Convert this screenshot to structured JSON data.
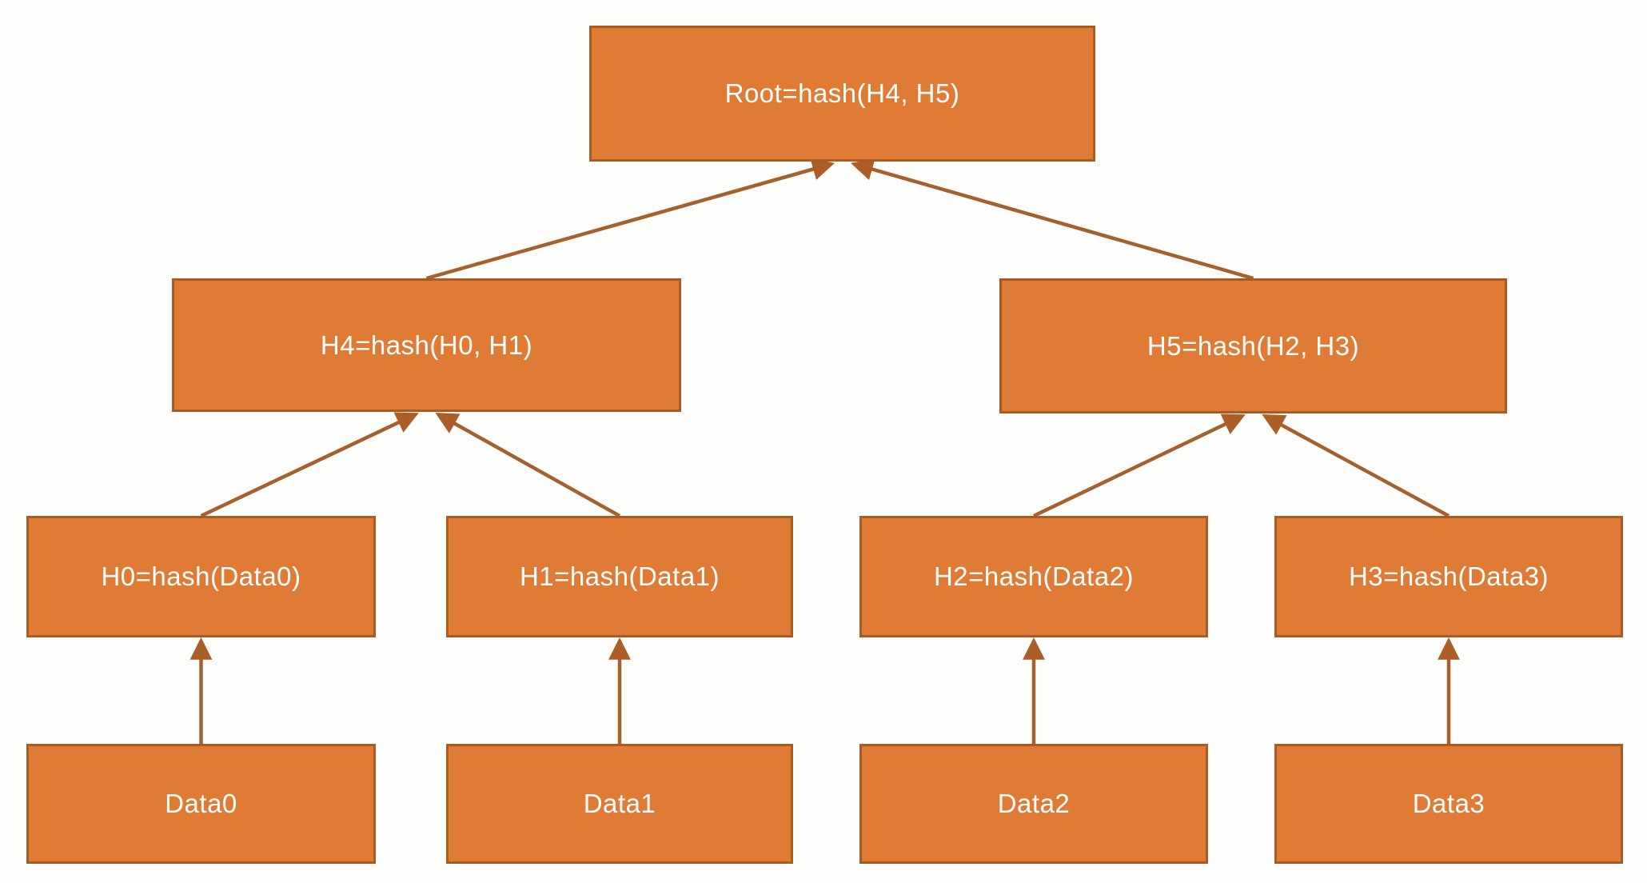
{
  "diagram": {
    "kind": "merkle-hash-tree",
    "colors": {
      "node_fill": "#e07b35",
      "node_border": "#a85c22",
      "arrow": "#a5602c",
      "arrowhead": "#ac5e28",
      "label_text": "#ffffff",
      "background": "#fdfdfc"
    },
    "nodes": {
      "root": {
        "label": "Root=hash(H4, H5)"
      },
      "h4": {
        "label": "H4=hash(H0, H1)"
      },
      "h5": {
        "label": "H5=hash(H2, H3)"
      },
      "h0": {
        "label": "H0=hash(Data0)"
      },
      "h1": {
        "label": "H1=hash(Data1)"
      },
      "h2": {
        "label": "H2=hash(Data2)"
      },
      "h3": {
        "label": "H3=hash(Data3)"
      },
      "data0": {
        "label": "Data0"
      },
      "data1": {
        "label": "Data1"
      },
      "data2": {
        "label": "Data2"
      },
      "data3": {
        "label": "Data3"
      }
    },
    "edges": [
      {
        "from": "data0",
        "to": "h0"
      },
      {
        "from": "data1",
        "to": "h1"
      },
      {
        "from": "data2",
        "to": "h2"
      },
      {
        "from": "data3",
        "to": "h3"
      },
      {
        "from": "h0",
        "to": "h4"
      },
      {
        "from": "h1",
        "to": "h4"
      },
      {
        "from": "h2",
        "to": "h5"
      },
      {
        "from": "h3",
        "to": "h5"
      },
      {
        "from": "h4",
        "to": "root"
      },
      {
        "from": "h5",
        "to": "root"
      }
    ]
  }
}
